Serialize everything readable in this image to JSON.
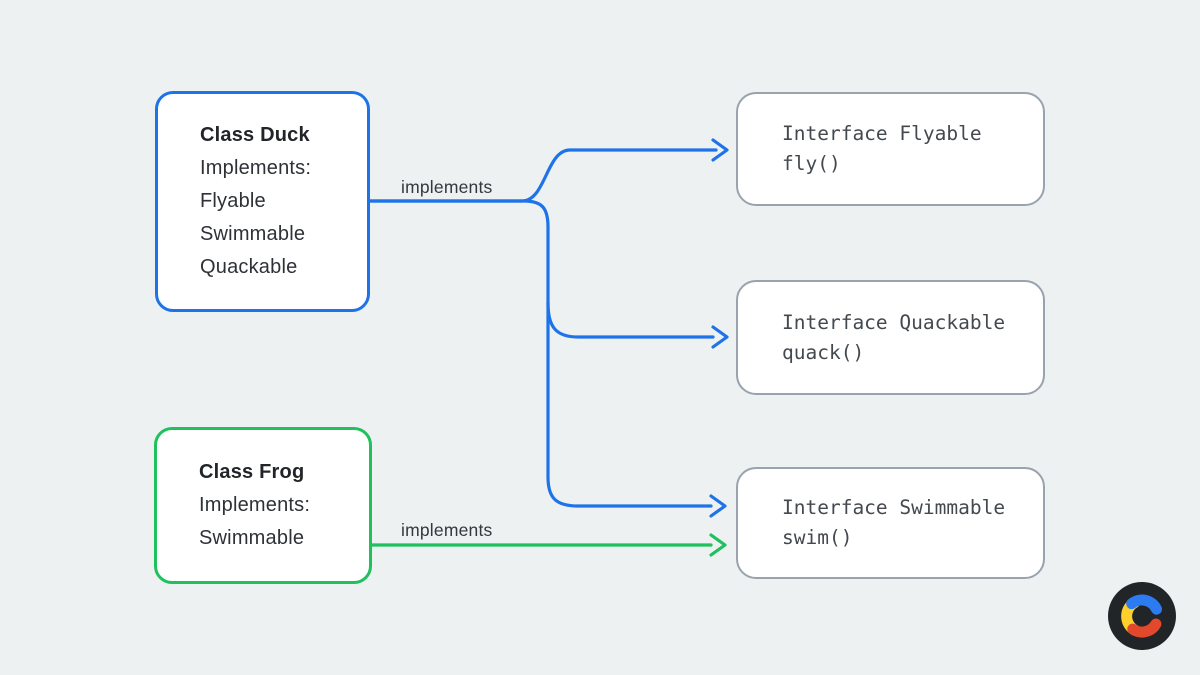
{
  "diagram": {
    "classes": [
      {
        "title": "Class Duck",
        "lines": [
          "Implements:",
          "Flyable",
          "Swimmable",
          "Quackable"
        ]
      },
      {
        "title": "Class Frog",
        "lines": [
          "Implements:",
          "Swimmable"
        ]
      }
    ],
    "interfaces": [
      {
        "name": "Interface Flyable",
        "method": "fly()"
      },
      {
        "name": "Interface Quackable",
        "method": "quack()"
      },
      {
        "name": "Interface Swimmable",
        "method": "swim()"
      }
    ],
    "edge_labels": {
      "duck": "implements",
      "frog": "implements"
    }
  },
  "colors": {
    "background": "#edf1f2",
    "box_fill": "#ffffff",
    "duck_border": "#1e73e8",
    "frog_border": "#1fc15c",
    "interface_border": "#99a3ae",
    "blue_edge": "#1e73e8",
    "green_edge": "#1fc15c",
    "class_text": "#2e3236",
    "mono_text": "#44494f",
    "label_text": "#33383d"
  },
  "logo": {
    "name": "c-brand-logo",
    "circle": "#222528",
    "blue": "#2d7bf1",
    "yellow": "#ffd02c",
    "red": "#e2482c"
  }
}
